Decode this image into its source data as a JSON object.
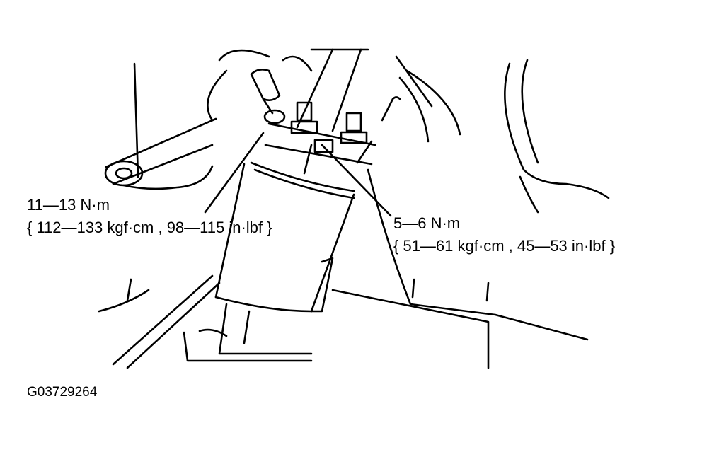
{
  "callouts": {
    "left": {
      "line1": "11—13 N·m",
      "line2": "{ 112—133 kgf·cm , 98—115 in·lbf }"
    },
    "right": {
      "line1": "5—6 N·m",
      "line2": "{ 51—61 kgf·cm , 45—53 in·lbf }"
    }
  },
  "figure_id": "G03729264",
  "colors": {
    "ink": "#000000",
    "paper": "#ffffff"
  }
}
